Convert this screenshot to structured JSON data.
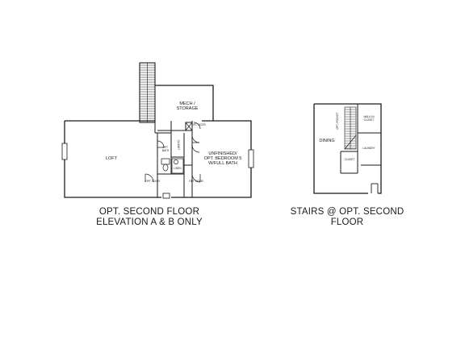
{
  "plan_main": {
    "rooms": {
      "mech": "MECH /",
      "mech2": "STORAGE",
      "loft": "LOFT",
      "opt_bath": "OPT.",
      "opt_bath2": "BATH",
      "closet": "CLOSET",
      "linen": "LINEN",
      "bedroom1": "UNFINISHED/",
      "bedroom2": "OPT. BEDROOM 5",
      "bedroom3": "W/FULL BATH",
      "opt_door_left": "OPT. DOOR",
      "opt_door_right": "OPT. DOOR",
      "opt_door_top": "OPT. DOOR"
    },
    "caption_line1": "OPT. SECOND FLOOR",
    "caption_line2": "ELEVATION A & B ONLY"
  },
  "plan_stairs": {
    "rooms": {
      "dining": "DINING",
      "opt_pocket": "OPT. POCKET",
      "walkin": "WALK-IN",
      "walkin2": "CLOSET",
      "laundry": "LAUNDRY",
      "closet": "CLOSET"
    },
    "caption_line1": "STAIRS @ OPT. SECOND",
    "caption_line2": "FLOOR"
  }
}
